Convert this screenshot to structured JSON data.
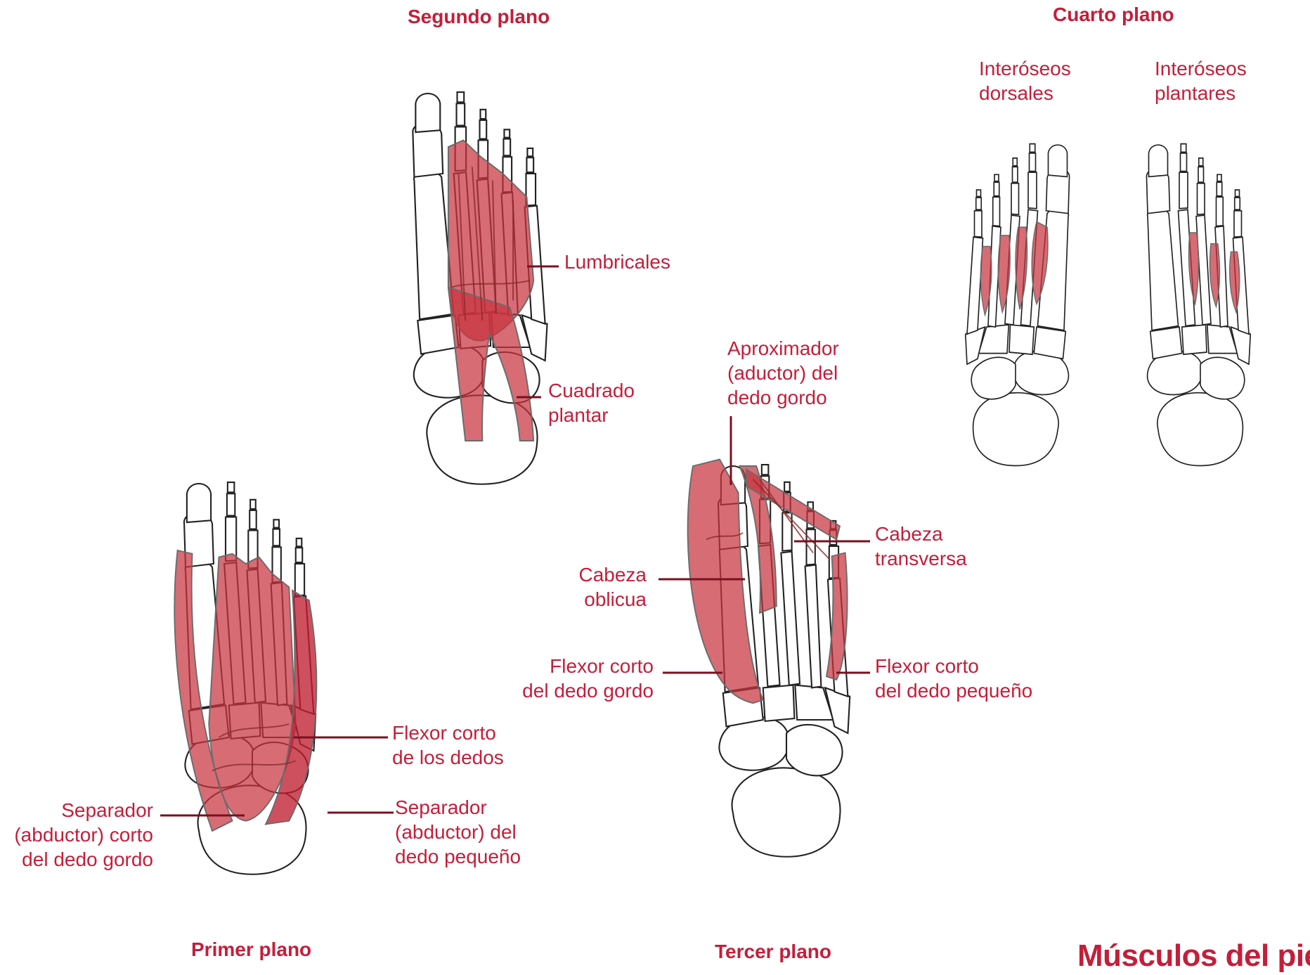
{
  "title": "Músculos del pie",
  "colors": {
    "accent": "#c41e3a",
    "muscle": "#c8333f",
    "bone_outline": "#222222",
    "leader": "#7a1020"
  },
  "panels": {
    "primer": {
      "heading": "Primer plano",
      "labels": {
        "flexor_corto_dedos": [
          "Flexor corto",
          "de los dedos"
        ],
        "separador_gordo": [
          "Separador",
          "(abductor) corto",
          "del dedo gordo"
        ],
        "separador_pequeno": [
          "Separador",
          "(abductor) del",
          "dedo pequeño"
        ]
      }
    },
    "segundo": {
      "heading": "Segundo plano",
      "labels": {
        "lumbricales": [
          "Lumbricales"
        ],
        "cuadrado_plantar": [
          "Cuadrado",
          "plantar"
        ]
      }
    },
    "tercer": {
      "heading": "Tercer plano",
      "labels": {
        "aproximador": [
          "Aproximador",
          "(aductor) del",
          "dedo gordo"
        ],
        "cabeza_transversa": [
          "Cabeza",
          "transversa"
        ],
        "cabeza_oblicua": [
          "Cabeza",
          "oblicua"
        ],
        "flexor_corto_gordo": [
          "Flexor corto",
          "del dedo gordo"
        ],
        "flexor_corto_pequeno": [
          "Flexor corto",
          "del dedo pequeño"
        ]
      }
    },
    "cuarto": {
      "heading": "Cuarto plano",
      "labels": {
        "interoseos_dorsales": [
          "Interóseos",
          "dorsales"
        ],
        "interoseos_plantares": [
          "Interóseos",
          "plantares"
        ]
      }
    }
  }
}
